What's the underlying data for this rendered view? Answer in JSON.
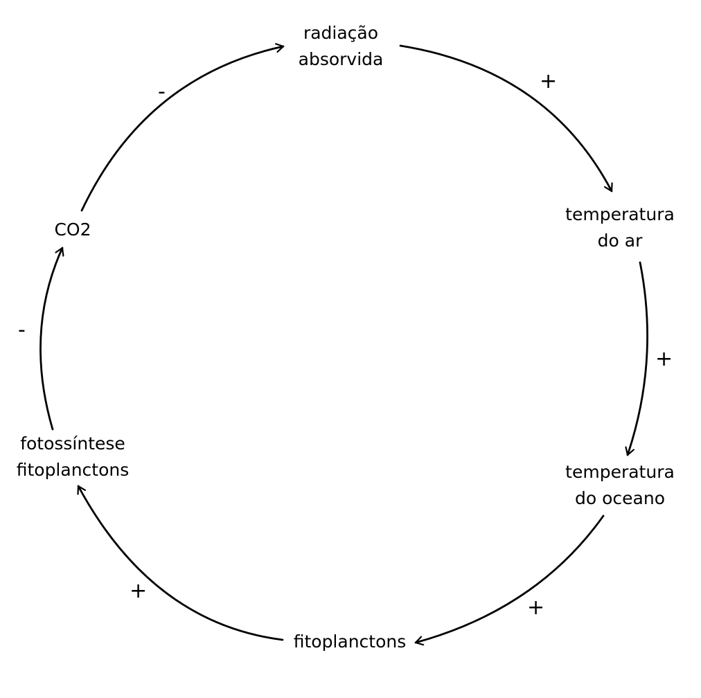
{
  "colors": {
    "background": "#ffffff",
    "stroke": "#000000",
    "text": "#000000"
  },
  "nodes": {
    "radiacao": {
      "line1": "radiação",
      "line2": "absorvida"
    },
    "temp_ar": {
      "line1": "temperatura",
      "line2": "do ar"
    },
    "temp_oceano": {
      "line1": "temperatura",
      "line2": "do oceano"
    },
    "fitoplanctons": {
      "line1": "fitoplanctons"
    },
    "fotossintese": {
      "line1": "fotossíntese",
      "line2": "fitoplanctons"
    },
    "co2": {
      "line1": "CO2"
    }
  },
  "links": [
    {
      "from": "radiação absorvida",
      "to": "temperatura do ar",
      "sign": "+"
    },
    {
      "from": "temperatura do ar",
      "to": "temperatura do oceano",
      "sign": "+"
    },
    {
      "from": "temperatura do oceano",
      "to": "fitoplanctons",
      "sign": "+"
    },
    {
      "from": "fitoplanctons",
      "to": "fotossíntese fitoplanctons",
      "sign": "+"
    },
    {
      "from": "fotossíntese fitoplanctons",
      "to": "CO2",
      "sign": "-"
    },
    {
      "from": "CO2",
      "to": "radiação absorvida",
      "sign": "-"
    }
  ]
}
